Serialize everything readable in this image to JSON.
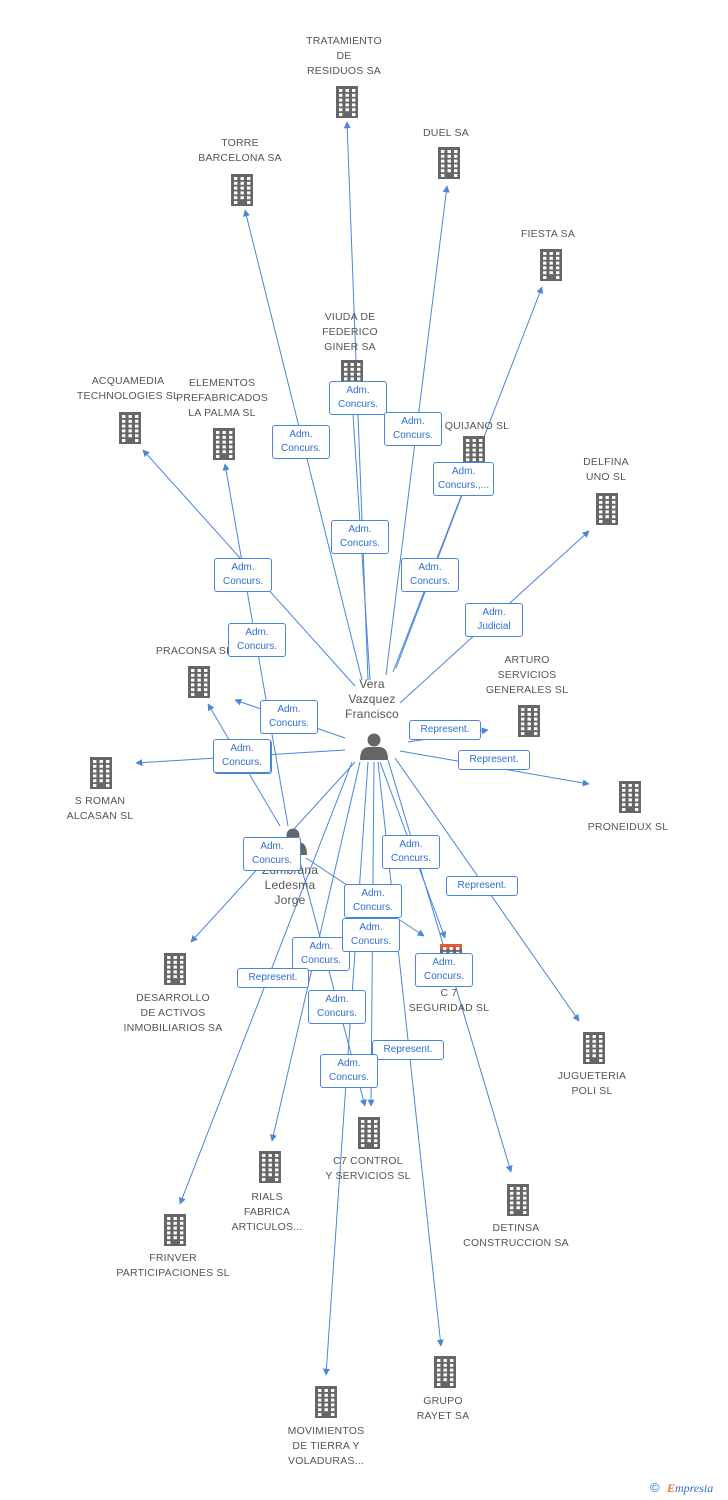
{
  "colors": {
    "edge": "#4a86d8",
    "icon": "#666666",
    "highlight": "#e25a3a",
    "badge_text": "#2f6fcf"
  },
  "nodes": [
    {
      "id": "tratamiento",
      "label": [
        "TRATAMIENTO",
        "DE",
        "RESIDUOS SA"
      ],
      "type": "company"
    },
    {
      "id": "duel",
      "label": [
        "DUEL SA"
      ],
      "type": "company"
    },
    {
      "id": "torre",
      "label": [
        "TORRE",
        "BARCELONA SA"
      ],
      "type": "company"
    },
    {
      "id": "fiesta",
      "label": [
        "FIESTA SA"
      ],
      "type": "company"
    },
    {
      "id": "viuda",
      "label": [
        "VIUDA DE",
        "FEDERICO",
        "GINER SA"
      ],
      "type": "company"
    },
    {
      "id": "acquamedia",
      "label": [
        "ACQUAMEDIA",
        "TECHNOLOGIES SL"
      ],
      "type": "company"
    },
    {
      "id": "elementos",
      "label": [
        "ELEMENTOS",
        "PREFABRICADOS",
        "LA PALMA SL"
      ],
      "type": "company"
    },
    {
      "id": "quijano",
      "label": [
        "QUIJANO SL"
      ],
      "type": "company"
    },
    {
      "id": "delfina",
      "label": [
        "DELFINA",
        "UNO SL"
      ],
      "type": "company"
    },
    {
      "id": "praconsa",
      "label": [
        "PRACONSA SL"
      ],
      "type": "company"
    },
    {
      "id": "arturo",
      "label": [
        "ARTURO",
        "SERVICIOS",
        "GENERALES SL"
      ],
      "type": "company"
    },
    {
      "id": "sroman",
      "label": [
        "S ROMAN",
        "ALCASAN SL"
      ],
      "type": "company"
    },
    {
      "id": "proneidux",
      "label": [
        "PRONEIDUX SL"
      ],
      "type": "company"
    },
    {
      "id": "vera",
      "label": [
        "Vera",
        "Vazquez",
        "Francisco"
      ],
      "type": "person"
    },
    {
      "id": "zumbrana",
      "label": [
        "Zumbrana",
        "Ledesma",
        "Jorge"
      ],
      "type": "person"
    },
    {
      "id": "c7seg",
      "label": [
        "C 7",
        "SEGURIDAD SL"
      ],
      "type": "company-main"
    },
    {
      "id": "desarrollo",
      "label": [
        "DESARROLLO",
        "DE ACTIVOS",
        "INMOBILIARIOS SA"
      ],
      "type": "company"
    },
    {
      "id": "jugueteria",
      "label": [
        "JUGUETERIA",
        "POLI SL"
      ],
      "type": "company"
    },
    {
      "id": "c7control",
      "label": [
        "C7 CONTROL",
        "Y SERVICIOS SL"
      ],
      "type": "company"
    },
    {
      "id": "rials",
      "label": [
        "RIALS",
        "FABRICA",
        "ARTICULOS..."
      ],
      "type": "company"
    },
    {
      "id": "detinsa",
      "label": [
        "DETINSA",
        "CONSTRUCCION SA"
      ],
      "type": "company"
    },
    {
      "id": "frinver",
      "label": [
        "FRINVER",
        "PARTICIPACIONES SL"
      ],
      "type": "company"
    },
    {
      "id": "grupo",
      "label": [
        "GRUPO",
        "RAYET SA"
      ],
      "type": "company"
    },
    {
      "id": "movimientos",
      "label": [
        "MOVIMIENTOS",
        "DE TIERRA Y",
        "VOLADURAS..."
      ],
      "type": "company"
    }
  ],
  "edges": [
    {
      "from": "vera",
      "to": "tratamiento",
      "label": [
        "Adm.",
        "Concurs."
      ]
    },
    {
      "from": "vera",
      "to": "duel",
      "label": [
        "Adm.",
        "Concurs."
      ]
    },
    {
      "from": "vera",
      "to": "torre",
      "label": [
        "Adm.",
        "Concurs."
      ]
    },
    {
      "from": "vera",
      "to": "fiesta",
      "label": [
        "Adm.",
        "Concurs.,..."
      ]
    },
    {
      "from": "vera",
      "to": "viuda",
      "label": [
        "Adm.",
        "Concurs."
      ]
    },
    {
      "from": "vera",
      "to": "acquamedia",
      "label": [
        "Adm.",
        "Concurs."
      ]
    },
    {
      "from": "zumbrana",
      "to": "elementos",
      "label": [
        "Adm.",
        "Concurs."
      ]
    },
    {
      "from": "vera",
      "to": "quijano",
      "label": [
        "Adm.",
        "Concurs."
      ]
    },
    {
      "from": "vera",
      "to": "delfina",
      "label": [
        "Adm.",
        "Judicial"
      ]
    },
    {
      "from": "vera",
      "to": "praconsa",
      "label": [
        "Adm.",
        "Concurs."
      ]
    },
    {
      "from": "vera",
      "to": "arturo",
      "label": [
        "Represent."
      ]
    },
    {
      "from": "vera",
      "to": "sroman",
      "label": [
        "Adm.",
        "Concurs."
      ]
    },
    {
      "from": "vera",
      "to": "proneidux",
      "label": [
        "Represent."
      ]
    },
    {
      "from": "vera",
      "to": "desarrollo",
      "label": [
        "Adm.",
        "Concurs."
      ]
    },
    {
      "from": "vera",
      "to": "c7seg",
      "label": [
        "Adm.",
        "Concurs."
      ]
    },
    {
      "from": "vera",
      "to": "jugueteria",
      "label": [
        "Represent."
      ]
    },
    {
      "from": "vera",
      "to": "c7control",
      "label": [
        "Adm.",
        "Concurs."
      ]
    },
    {
      "from": "vera",
      "to": "rials",
      "label": [
        "Adm.",
        "Concurs."
      ]
    },
    {
      "from": "vera",
      "to": "detinsa",
      "label": [
        "Represent."
      ]
    },
    {
      "from": "vera",
      "to": "frinver",
      "label": [
        "Represent."
      ]
    },
    {
      "from": "vera",
      "to": "grupo",
      "label": [
        "Adm.",
        "Concurs."
      ]
    },
    {
      "from": "vera",
      "to": "movimientos",
      "label": [
        "Adm.",
        "Concurs."
      ]
    },
    {
      "from": "zumbrana",
      "to": "c7seg",
      "label": [
        "Adm.",
        "Concurs."
      ]
    },
    {
      "from": "zumbrana",
      "to": "c7control",
      "label": [
        "Adm.",
        "Concurs."
      ]
    },
    {
      "from": "zumbrana",
      "to": "praconsa",
      "label": [
        "Adm.",
        "Concurs."
      ]
    }
  ],
  "footer": {
    "copyright": "©",
    "brand_first": "E",
    "brand_rest": "mpresia"
  }
}
